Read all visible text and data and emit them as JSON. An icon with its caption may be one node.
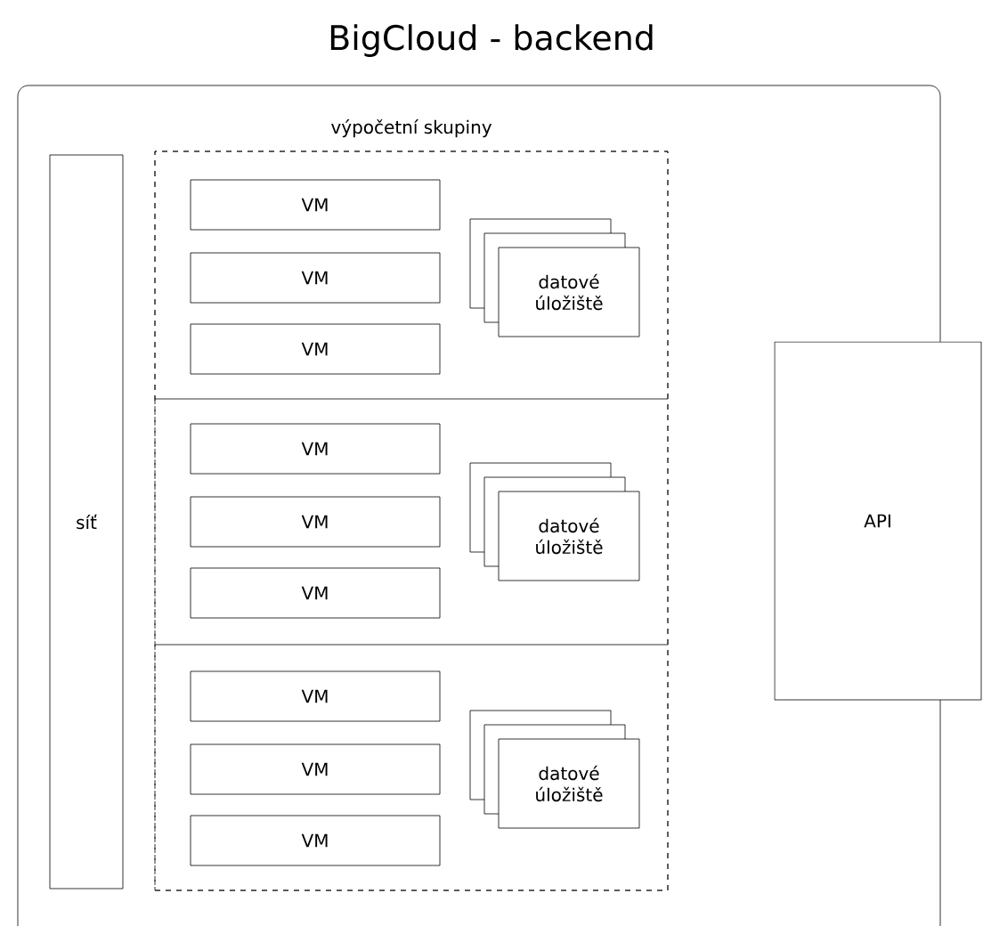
{
  "diagram": {
    "nodes": [
      {
        "text": [
          "BigCloud - backend"
        ]
      },
      {
        "text": [
          "síť"
        ],
        "in": 0
      },
      {
        "text": [
          "výpočetní skupiny"
        ],
        "in": 0
      },
      {
        "text": [],
        "shape": "box",
        "in": 2
      },
      {
        "text": [
          "VM"
        ],
        "in": 3
      },
      {
        "text": [
          "VM"
        ],
        "in": 3
      },
      {
        "text": [
          "VM"
        ],
        "in": 3
      },
      {
        "text": [
          "datové úložiště"
        ],
        "in": 3
      },
      {
        "text": [],
        "shape": "box",
        "in": 2
      },
      {
        "text": [
          "VM"
        ],
        "in": 8
      },
      {
        "text": [
          "VM"
        ],
        "in": 8
      },
      {
        "text": [
          "VM"
        ],
        "in": 8
      },
      {
        "text": [
          "datové úložiště"
        ],
        "in": 8
      },
      {
        "text": [],
        "shape": "box",
        "in": 2
      },
      {
        "text": [
          "VM"
        ],
        "in": 13
      },
      {
        "text": [
          "VM"
        ],
        "in": 13
      },
      {
        "text": [
          "VM"
        ],
        "in": 13
      },
      {
        "text": [
          "datové úložiště"
        ],
        "in": 13
      },
      {
        "text": [
          "API"
        ]
      }
    ]
  }
}
